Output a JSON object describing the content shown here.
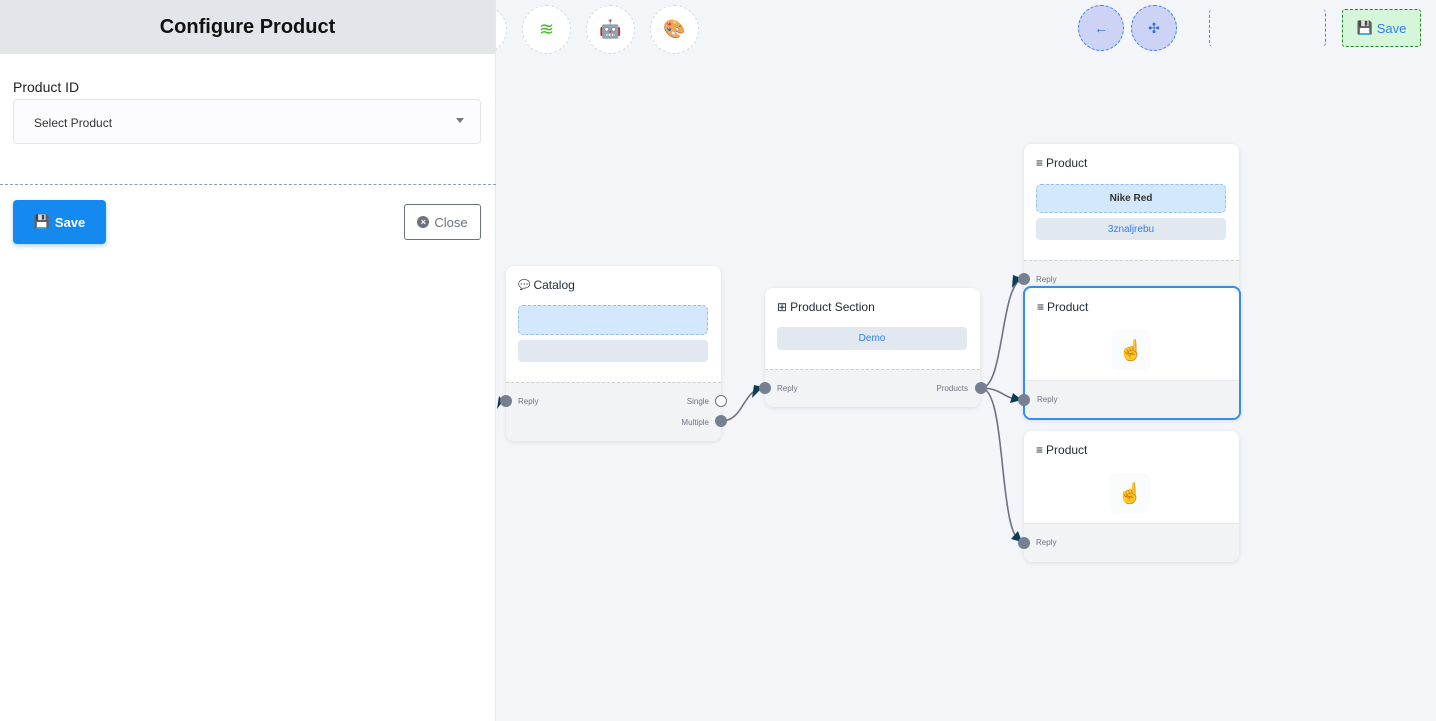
{
  "panel": {
    "title": "Configure Product",
    "field_label": "Product ID",
    "select_placeholder": "Select Product",
    "save_label": "Save",
    "close_label": "Close"
  },
  "toolbar": {
    "icons": [
      "stack-overflow-icon",
      "robot-icon",
      "palette-icon"
    ],
    "back_icon": "arrow-left-icon",
    "fit_icon": "compress-icon",
    "save_label": "Save"
  },
  "nodes": {
    "catalog": {
      "title": "Catalog",
      "icon": "comment-icon",
      "handles": {
        "in": "Reply",
        "single": "Single",
        "multiple": "Multiple"
      }
    },
    "section": {
      "title": "Product Section",
      "icon": "table-icon",
      "item": "Demo",
      "handles": {
        "in": "Reply",
        "out": "Products"
      }
    },
    "product1": {
      "title": "Product",
      "icon": "bars-icon",
      "name": "Nike Red",
      "id": "3znaljrebu",
      "handle": "Reply"
    },
    "product2": {
      "title": "Product",
      "icon": "bars-icon",
      "handle": "Reply"
    },
    "product3": {
      "title": "Product",
      "icon": "bars-icon",
      "handle": "Reply"
    }
  },
  "colors": {
    "primary": "#148af0",
    "selected_border": "#2f8ef0",
    "edge": "#6b7280"
  }
}
